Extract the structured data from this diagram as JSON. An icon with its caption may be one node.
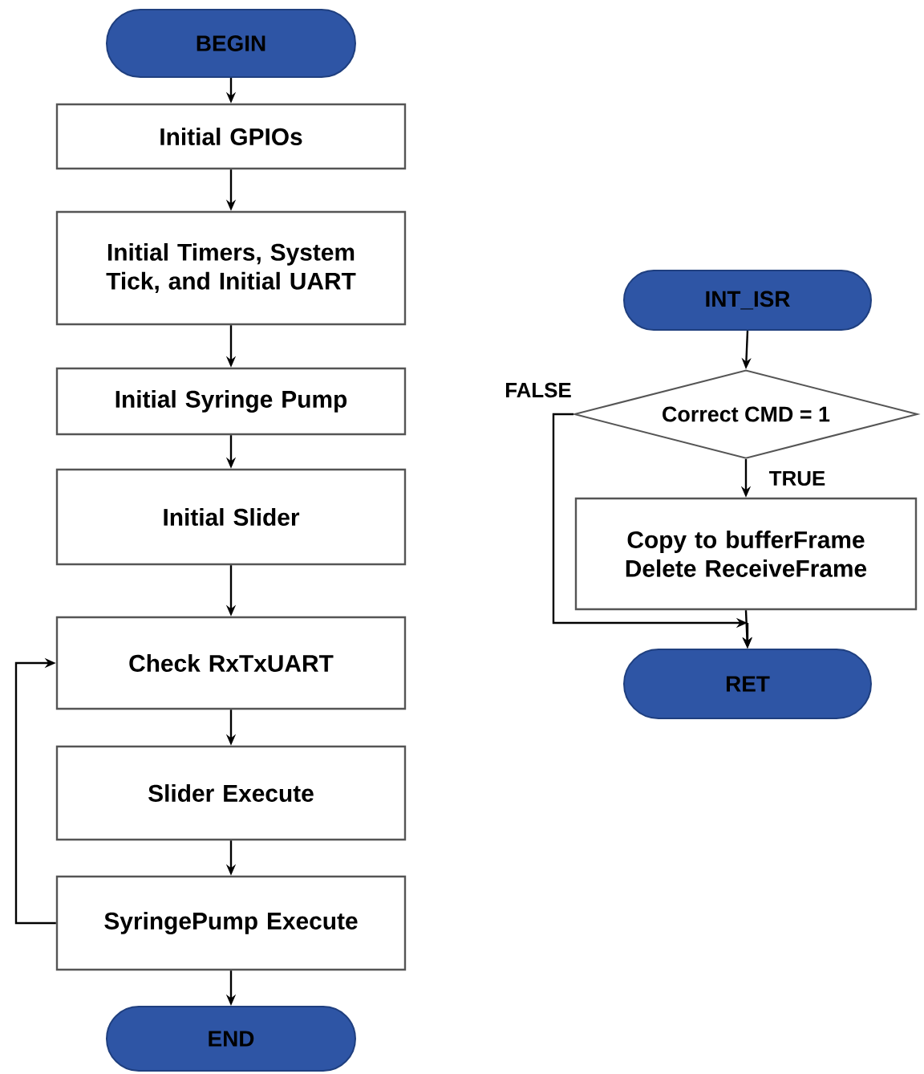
{
  "diagram": {
    "nodes": [
      {
        "text": [
          "BEGIN"
        ]
      },
      {
        "text": [
          "Initial GPIOs"
        ]
      },
      {
        "text": [
          "Initial Timers, System Tick, and Initial UART"
        ]
      },
      {
        "text": [
          "Initial Syringe Pump"
        ]
      },
      {
        "text": [
          "Initial Slider"
        ]
      },
      {
        "text": [
          "Check RxTxUART"
        ]
      },
      {
        "text": [
          "Slider Execute"
        ]
      },
      {
        "text": [
          "SyringePump Execute"
        ]
      },
      {
        "text": [
          "END"
        ]
      },
      {
        "text": [
          "INT_ISR"
        ]
      },
      {
        "text": [
          "Correct CMD = 1"
        ]
      },
      {
        "text": [
          "Copy to bufferFrame Delete ReceiveFrame"
        ]
      },
      {
        "text": [
          "RET"
        ]
      }
    ],
    "edges": [
      {
        "from": 0,
        "to": 1,
        "arrow": "to"
      },
      {
        "from": 1,
        "to": 2,
        "arrow": "to"
      },
      {
        "from": 2,
        "to": 3,
        "arrow": "to"
      },
      {
        "from": 3,
        "to": 4,
        "arrow": "to"
      },
      {
        "from": 4,
        "to": 5,
        "arrow": "to"
      },
      {
        "from": 5,
        "to": 6,
        "arrow": "to"
      },
      {
        "from": 6,
        "to": 7,
        "arrow": "to"
      },
      {
        "from": 7,
        "to": 8,
        "arrow": "to"
      },
      {
        "from": 7,
        "to": 5,
        "arrow": "to"
      },
      {
        "from": 9,
        "to": 10,
        "arrow": "to"
      },
      {
        "from": 10,
        "to": 11,
        "label": "TRUE",
        "arrow": "to"
      },
      {
        "from": 10,
        "to": 12,
        "label": "FALSE",
        "arrow": "to"
      },
      {
        "from": 11,
        "to": 12,
        "arrow": "to"
      }
    ]
  }
}
